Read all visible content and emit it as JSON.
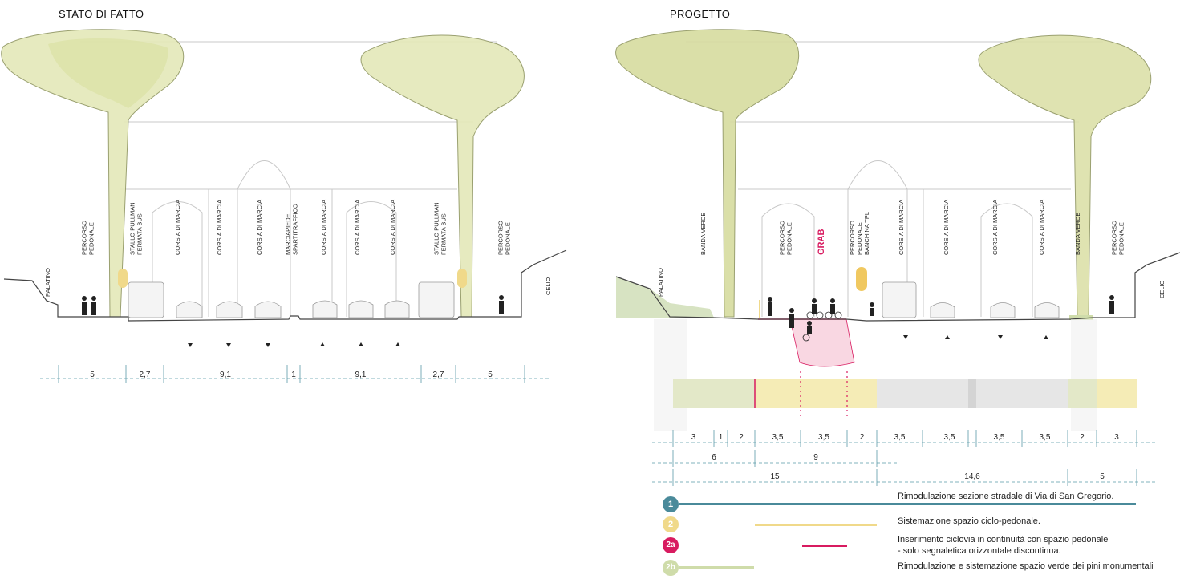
{
  "left": {
    "title": "STATO DI FATTO",
    "side_labels": {
      "left": "PALATINO",
      "right": "CELIO"
    },
    "column_labels": [
      [
        "PERCORSO",
        "PEDONALE"
      ],
      [
        "STALLO PULLMAN",
        "FERMATA BUS"
      ],
      [
        "CORSIA DI MARCIA"
      ],
      [
        "CORSIA DI MARCIA"
      ],
      [
        "CORSIA DI MARCIA"
      ],
      [
        "MARCIAPIEDE",
        "SPARTITRAFFICO"
      ],
      [
        "CORSIA DI MARCIA"
      ],
      [
        "CORSIA DI MARCIA"
      ],
      [
        "CORSIA DI MARCIA"
      ],
      [
        "STALLO PULLMAN",
        "FERMATA BUS"
      ],
      [
        "PERCORSO",
        "PEDONALE"
      ]
    ],
    "dimensions": [
      "5",
      "2,7",
      "9,1",
      "1",
      "9,1",
      "2,7",
      "5"
    ]
  },
  "right": {
    "title": "PROGETTO",
    "side_labels": {
      "left": "PALATINO",
      "right": "CELIO"
    },
    "column_labels": [
      [
        "BANDA VERDE"
      ],
      [
        "PERCORSO",
        "PEDONALE"
      ],
      [
        "GRAB"
      ],
      [
        "PERCORSO",
        "PEDONALE",
        "BANCHINA TPL"
      ],
      [
        "CORSIA DI MARCIA"
      ],
      [
        "CORSIA DI MARCIA"
      ],
      [
        "CORSIA DI MARCIA"
      ],
      [
        "CORSIA DI MARCIA"
      ],
      [
        "BANDA VERDE"
      ],
      [
        "PERCORSO",
        "PEDONALE"
      ]
    ],
    "dimensions_row1": [
      "3",
      "1",
      "2",
      "3,5",
      "3,5",
      "2",
      "3,5",
      "3,5",
      "3,5",
      "3,5",
      "2",
      "3"
    ],
    "dimensions_row2": [
      "6",
      "9"
    ],
    "dimensions_row3": [
      "15",
      "14,6",
      "5"
    ]
  },
  "legend": [
    {
      "badge": "1",
      "color": "#4a8a9a",
      "text": "Rimodulazione sezione stradale di Via di San Gregorio."
    },
    {
      "badge": "2",
      "color": "#f0d98a",
      "text": "Sistemazione spazio ciclo-pedonale."
    },
    {
      "badge": "2a",
      "color": "#d81b60",
      "text": "Inserimento ciclovia in continuità con spazio pedonale\n- solo segnaletica orizzontale discontinua."
    },
    {
      "badge": "2b",
      "color": "#cfdcaa",
      "text": "Rimodulazione e sistemazione spazio verde dei pini monumentali"
    }
  ],
  "colors": {
    "tree": "#e3e8b8",
    "tree_edge": "#9aa070",
    "ped": "#f5ecb6",
    "green_band": "#e3e8c8",
    "lane": "#e6e6e6",
    "grab": "#d81b60"
  }
}
